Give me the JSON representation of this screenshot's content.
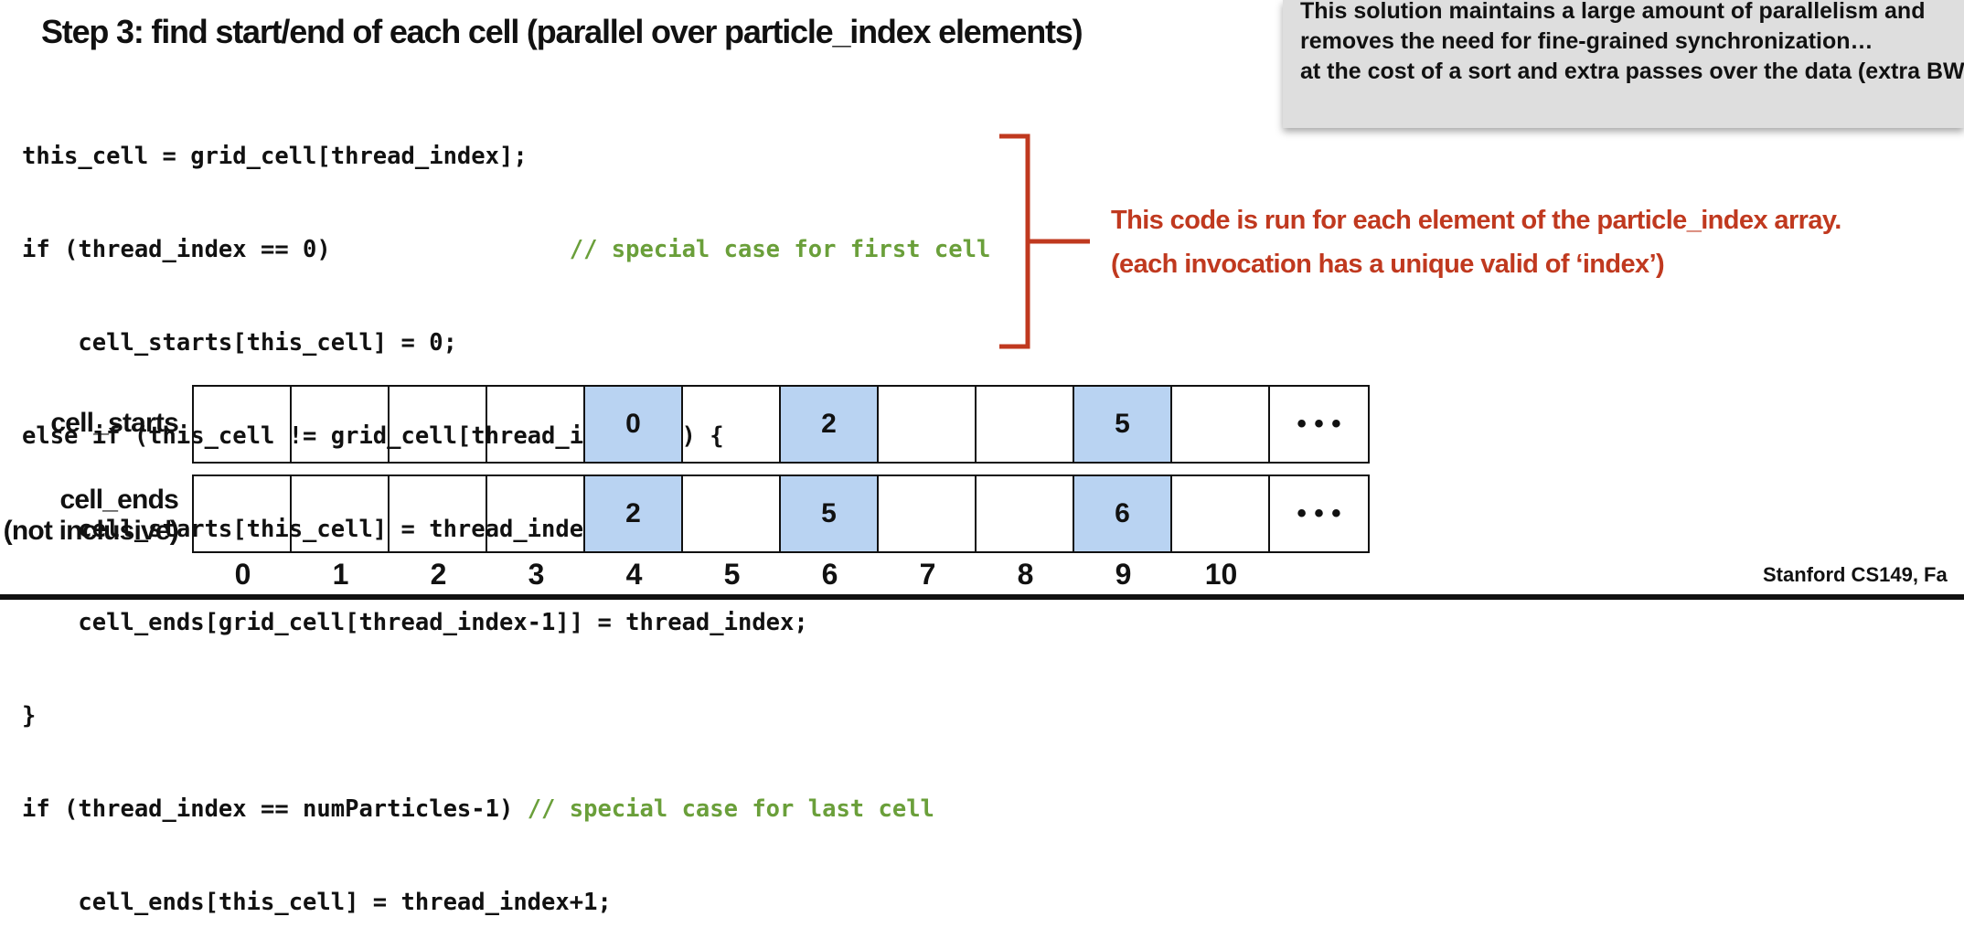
{
  "callout": {
    "lines": [
      "This solution maintains a large amount of parallelism and",
      "removes the need for fine-grained synchronization…",
      "at the cost of a sort and extra passes over the data (extra BW)!"
    ]
  },
  "title": "Step 3: find start/end of each cell (parallel over particle_index elements)",
  "code": {
    "lines": [
      {
        "code": "this_cell = grid_cell[thread_index];",
        "comment": ""
      },
      {
        "code": "if (thread_index == 0)                 ",
        "comment": "// special case for first cell"
      },
      {
        "code": "    cell_starts[this_cell] = 0;",
        "comment": ""
      },
      {
        "code": "else if (this_cell != grid_cell[thread_index-1]) {",
        "comment": ""
      },
      {
        "code": "    cell_starts[this_cell] = thread_index;",
        "comment": ""
      },
      {
        "code": "    cell_ends[grid_cell[thread_index-1]] = thread_index;",
        "comment": ""
      },
      {
        "code": "}",
        "comment": ""
      },
      {
        "code": "if (thread_index == numParticles-1) ",
        "comment": "// special case for last cell"
      },
      {
        "code": "    cell_ends[this_cell] = thread_index+1;",
        "comment": ""
      }
    ]
  },
  "annotation": {
    "line1": "This code is run for each element of the particle_index array.",
    "line2": "(each invocation has a unique valid of ‘index’)"
  },
  "colors": {
    "accent": "#c0391f",
    "comment": "#6a9f3a",
    "cell_fill": "#b9d3f2",
    "callout_bg": "#dedede"
  },
  "cell_starts": {
    "label": "cell_starts",
    "cells": [
      "",
      "",
      "",
      "",
      "0",
      "",
      "2",
      "",
      "",
      "5",
      "",
      "• • •"
    ]
  },
  "cell_ends": {
    "label_line1": "cell_ends",
    "label_line2": "(not inclusive)",
    "cells": [
      "",
      "",
      "",
      "",
      "2",
      "",
      "5",
      "",
      "",
      "6",
      "",
      "• • •"
    ]
  },
  "indices": [
    "0",
    "1",
    "2",
    "3",
    "4",
    "5",
    "6",
    "7",
    "8",
    "9",
    "10"
  ],
  "footer": "Stanford CS149, Fa"
}
